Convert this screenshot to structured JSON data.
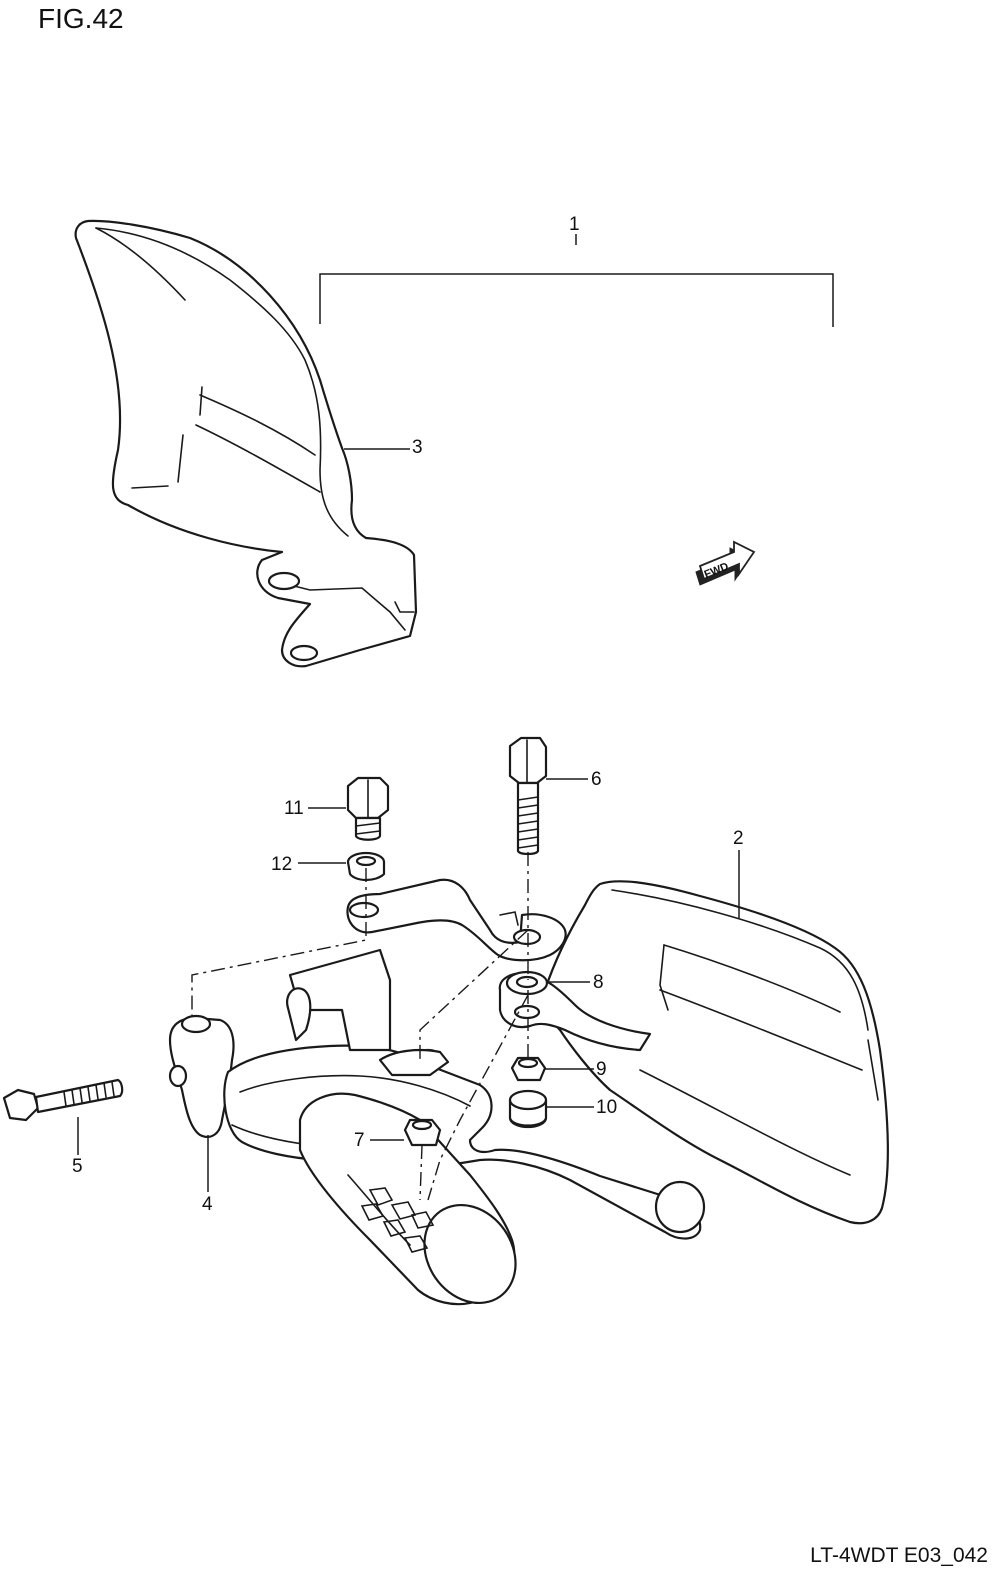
{
  "figure": {
    "title": "FIG.42",
    "code": "LT-4WDT E03_042"
  },
  "direction_marker": {
    "label": "FWD",
    "icon": "fwd-arrow-icon"
  },
  "callouts": [
    {
      "id": "1",
      "label": "1"
    },
    {
      "id": "2",
      "label": "2"
    },
    {
      "id": "3",
      "label": "3"
    },
    {
      "id": "4",
      "label": "4"
    },
    {
      "id": "5",
      "label": "5"
    },
    {
      "id": "6",
      "label": "6"
    },
    {
      "id": "7",
      "label": "7"
    },
    {
      "id": "8",
      "label": "8"
    },
    {
      "id": "9",
      "label": "9"
    },
    {
      "id": "10",
      "label": "10"
    },
    {
      "id": "11",
      "label": "11"
    },
    {
      "id": "12",
      "label": "12"
    }
  ]
}
